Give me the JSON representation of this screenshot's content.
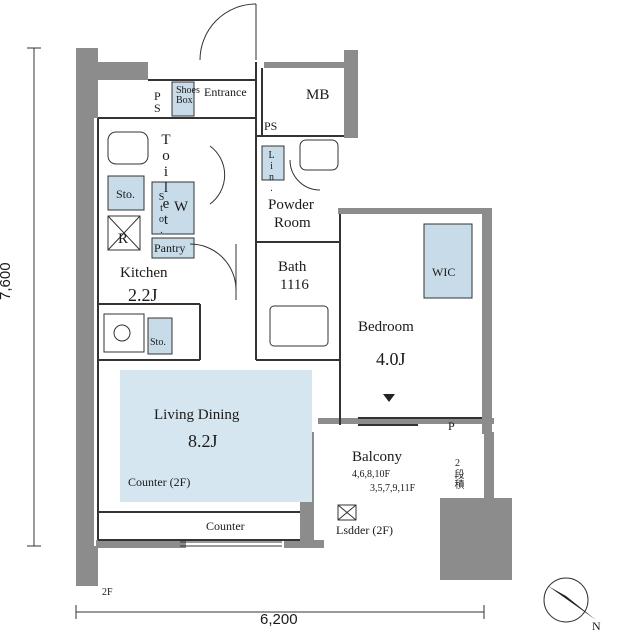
{
  "dimensions": {
    "height": "7,600",
    "width": "6,200"
  },
  "rooms": {
    "entrance": "Entrance",
    "mb": "MB",
    "ps": "PS",
    "ps_left": "PS",
    "shoes_box": "Shoes Box",
    "toilet": "Toilet",
    "sto_toilet": "Sto.",
    "w": "W",
    "sto_w": "Sto.",
    "lin": "Lin.",
    "powder_room_1": "Powder",
    "powder_room_2": "Room",
    "r": "R",
    "pantry": "Pantry",
    "kitchen": "Kitchen",
    "kitchen_size": "2.2J",
    "bath": "Bath",
    "bath_size": "1116",
    "wic": "WIC",
    "bedroom": "Bedroom",
    "bedroom_size": "4.0J",
    "sto_kitchen": "Sto.",
    "living_dining": "Living Dining",
    "living_dining_size": "8.2J",
    "counter_2f": "Counter (2F)",
    "counter": "Counter",
    "balcony": "Balcony",
    "floors_a": "4,6,8,10F",
    "floors_b": "3,5,7,9,11F",
    "ladder": "Lsdder (2F)",
    "p": "P",
    "nidan": "2段積",
    "floor_2f": "2F",
    "north": "N"
  },
  "colors": {
    "wall": "#8c8c8c",
    "storage": "#c8dbe8",
    "living": "#d6e6f0",
    "line": "#333333"
  }
}
